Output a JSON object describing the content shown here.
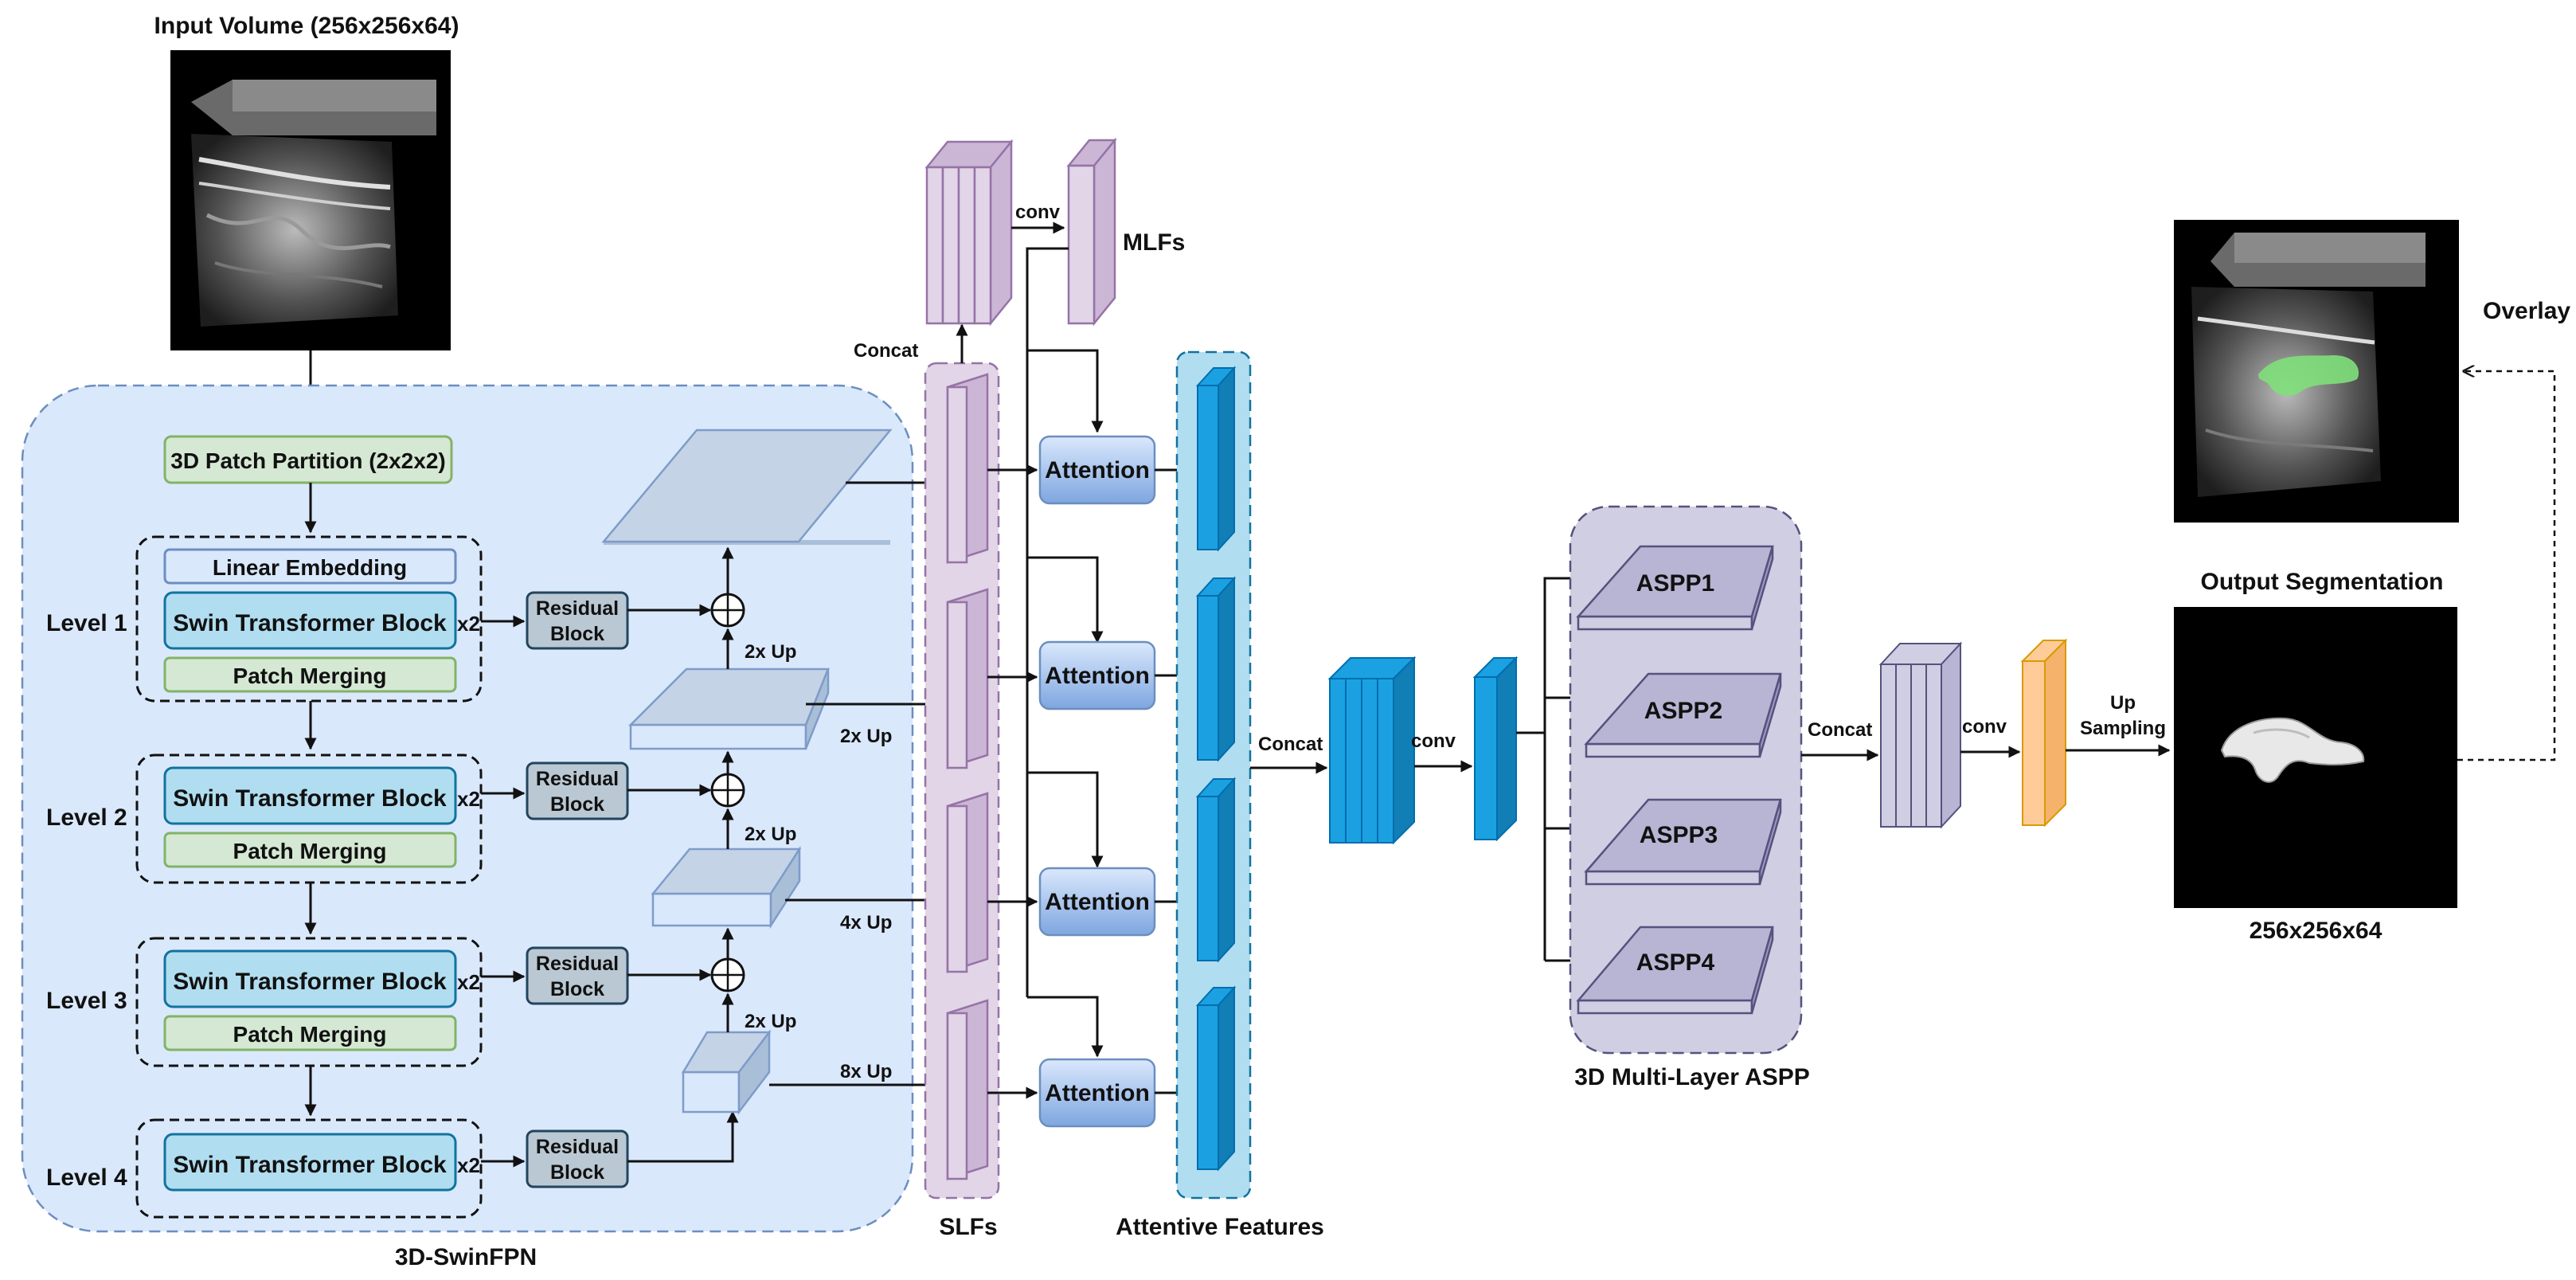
{
  "input": {
    "title": "Input Volume (256x256x64)"
  },
  "fpn": {
    "label": "3D-SwinFPN",
    "patch_partition": "3D Patch Partition (2x2x2)",
    "linear_embedding": "Linear Embedding",
    "swin_block": "Swin Transformer Block",
    "multiplier": "x2",
    "patch_merging": "Patch Merging",
    "residual_line1": "Residual",
    "residual_line2": "Block",
    "levels": [
      "Level 1",
      "Level 2",
      "Level 3",
      "Level 4"
    ],
    "upsample_labels": [
      "2x Up",
      "2x Up",
      "2x Up"
    ],
    "skip_labels": [
      "2x Up",
      "4x Up",
      "8x Up"
    ]
  },
  "slfs": {
    "label": "SLFs",
    "concat": "Concat"
  },
  "mlfs": {
    "label": "MLFs",
    "conv": "conv"
  },
  "attention": {
    "label": "Attention"
  },
  "attentive": {
    "label": "Attentive Features"
  },
  "fusion": {
    "concat": "Concat",
    "conv": "conv"
  },
  "aspp": {
    "label": "3D Multi-Layer ASPP",
    "branches": [
      "ASPP1",
      "ASPP2",
      "ASPP3",
      "ASPP4"
    ]
  },
  "head": {
    "concat": "Concat",
    "conv": "conv",
    "up_line1": "Up",
    "up_line2": "Sampling"
  },
  "output": {
    "title": "Output Segmentation",
    "size": "256x256x64",
    "overlay": "Overlay"
  },
  "colors": {
    "panel": "#dae8fc",
    "panel_border": "#6c8ebf",
    "green": "#d5e8d4",
    "green_border": "#82b366",
    "swin": "#b1ddf0",
    "swin_border": "#10739e",
    "residual": "#bac8d3",
    "residual_border": "#23445d",
    "purple": "#e1d5e7",
    "purple_border": "#9673a6",
    "attention": "#7ea6e0",
    "attention_border": "#6c8ebf",
    "attentive_bg": "#b1ddf0",
    "feature_blue": "#1ba1e2",
    "aspp_bg": "#d0cee2",
    "aspp_border": "#56517e",
    "orange": "#ffcc99",
    "orange_border": "#d79b00"
  }
}
